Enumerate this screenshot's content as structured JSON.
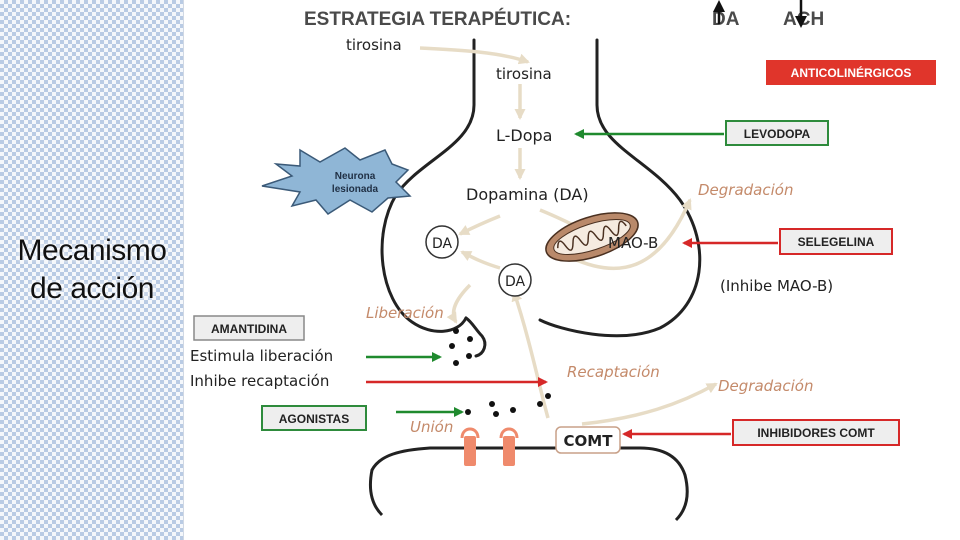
{
  "slide": {
    "side_title_line1": "Mecanismo",
    "side_title_line2": "de acción"
  },
  "header": {
    "title": "ESTRATEGIA TERAPÉUTICA:",
    "da": "DA",
    "ach": "ACH"
  },
  "boxes": {
    "anticolinergicos": "ANTICOLINÉRGICOS",
    "levodopa": "LEVODOPA",
    "selegelina": "SELEGELINA",
    "amantidina": "AMANTIDINA",
    "agonistas": "AGONISTAS",
    "inhibidores_comt": "INHIBIDORES COMT"
  },
  "labels": {
    "tirosina_outside": "tirosina",
    "tirosina_inside": "tirosina",
    "ldopa": "L-Dopa",
    "dopamina": "Dopamina (DA)",
    "neurona_line1": "Neurona",
    "neurona_line2": "lesionada",
    "da_vesicle_1": "DA",
    "da_vesicle_2": "DA",
    "mao_b": "MAO-B",
    "degradacion_top": "Degradación",
    "inhibe_mao_b": "(Inhibe MAO-B)",
    "liberacion": "Liberación",
    "estimula_liberacion": "Estimula liberación",
    "inhibe_recaptacion": "Inhibe recaptación",
    "recaptacion": "Recaptación",
    "degradacion_bottom": "Degradación",
    "union": "Unión",
    "comt": "COMT"
  },
  "colors": {
    "green_arrow": "#1f8a2e",
    "red_arrow": "#d62828",
    "beige_arrow": "#e7dcc6",
    "red_box": "#e0352b",
    "star_fill": "#8fb6d6",
    "receptor": "#ef8a6c",
    "label_brown": "#c48a6a"
  }
}
